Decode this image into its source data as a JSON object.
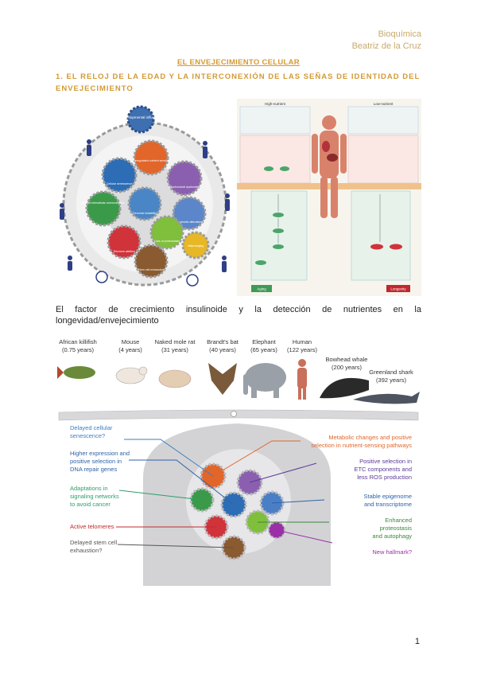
{
  "header": {
    "subject": "Bioquímica",
    "author": "Beatriz de la Cruz"
  },
  "title": "EL ENVEJECIMIENTO CELULAR",
  "section_heading": "1. El reloj de la edad y la interconexión de las señas de identidad del envejecimiento",
  "figure1": {
    "labels": [
      "Developmental influence",
      "Deregulated nutrient sensing",
      "Mitochondrial dysfunction",
      "Cellular senescence",
      "Altered intercellular communication",
      "Genomic instability",
      "Epigenetic alterations",
      "Telomere attrition",
      "Loss of proteostasis",
      "Stem cell exhaustion",
      "Inflammaging"
    ]
  },
  "figure2": {
    "left_title": "High-nutrient",
    "right_title": "Low-nutrient",
    "left_result": "Aging",
    "right_result": "Longevity"
  },
  "caption": "El factor de crecimiento insulinoide y la detección de nutrientes en la longevidad/envejecimiento",
  "figure3": {
    "animals": [
      {
        "name": "African killifish",
        "years": "(0.75 years)"
      },
      {
        "name": "Mouse",
        "years": "(4 years)"
      },
      {
        "name": "Naked mole rat",
        "years": "(31 years)"
      },
      {
        "name": "Brandt's bat",
        "years": "(40 years)"
      },
      {
        "name": "Elephant",
        "years": "(65 years)"
      },
      {
        "name": "Human",
        "years": "(122 years)"
      },
      {
        "name": "Bowhead whale",
        "years": "(200 years)"
      },
      {
        "name": "Greenland shark",
        "years": "(392 years)"
      }
    ],
    "left_labels": [
      {
        "line1": "Delayed cellular",
        "line2": "senescence?",
        "line3": "",
        "color": "#3a7fc4"
      },
      {
        "line1": "Higher expression and",
        "line2": "positive selection in",
        "line3": "DNA repair genes",
        "color": "#2f62a8"
      },
      {
        "line1": "Adaptations in",
        "line2": "signaling networks",
        "line3": "to avoid cancer",
        "color": "#2f9e6a"
      },
      {
        "line1": "Active telomeres",
        "line2": "",
        "line3": "",
        "color": "#c0282e"
      },
      {
        "line1": "Delayed stem cell",
        "line2": "exhaustion?",
        "line3": "",
        "color": "#555555"
      }
    ],
    "right_labels": [
      {
        "line1": "Metabolic changes and positive",
        "line2": "selection in nutrient-sensing pathways",
        "line3": "",
        "color": "#e0672a"
      },
      {
        "line1": "Positive selection in",
        "line2": "ETC components and",
        "line3": "less ROS production",
        "color": "#5b3a9a"
      },
      {
        "line1": "Stable epigenome",
        "line2": "and transcriptome",
        "line3": "",
        "color": "#2f62a8"
      },
      {
        "line1": "Enhanced",
        "line2": "proteostasis",
        "line3": "and autophagy",
        "color": "#3b8a3b"
      },
      {
        "line1": "New hallmark?",
        "line2": "",
        "line3": "",
        "color": "#9b2fa8"
      }
    ]
  },
  "page_number": "1"
}
